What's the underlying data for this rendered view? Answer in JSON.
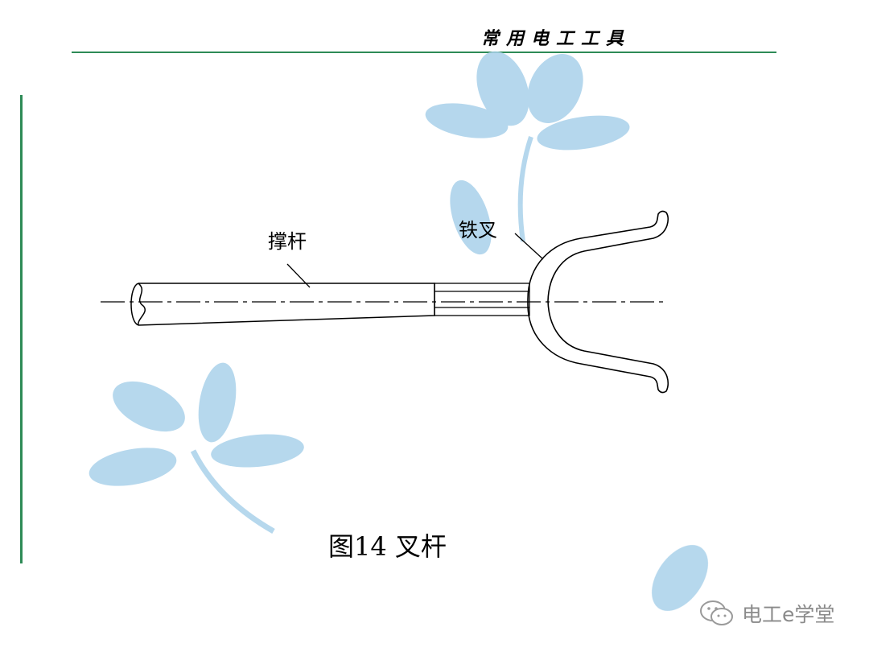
{
  "header": {
    "title": "常用电工工具"
  },
  "diagram": {
    "labels": {
      "rod": "撑杆",
      "fork": "铁叉"
    },
    "caption": "图14 叉杆"
  },
  "watermark": {
    "icon": "wechat-icon",
    "text": "电工e学堂"
  },
  "colors": {
    "accent_line": "#2e8b57",
    "decor_flower": "#a9d1ea",
    "drawing": "#000000"
  }
}
